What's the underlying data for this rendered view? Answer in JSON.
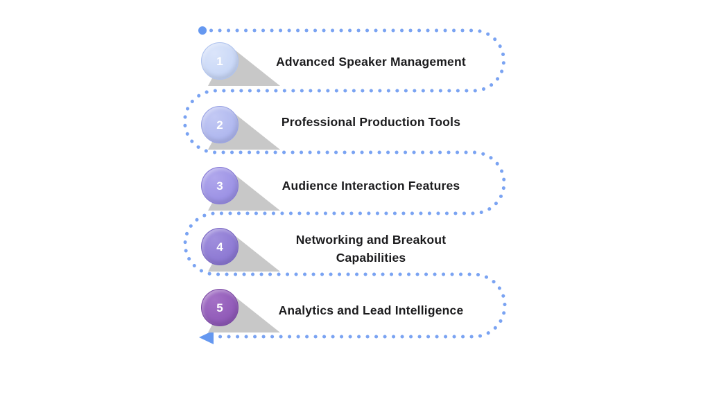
{
  "diagram": {
    "type": "numbered-step-flow",
    "steps": [
      {
        "number": "1",
        "label": "Advanced Speaker Management",
        "circle_color": "#c7d6f6",
        "circle_highlight": "#dbe5fa",
        "circle_border": "#aec2ef"
      },
      {
        "number": "2",
        "label": "Professional Production Tools",
        "circle_color": "#aeb6ee",
        "circle_highlight": "#c3c9f4",
        "circle_border": "#97a1e4"
      },
      {
        "number": "3",
        "label": "Audience Interaction Features",
        "circle_color": "#9a90e4",
        "circle_highlight": "#b0a7ec",
        "circle_border": "#8376d5"
      },
      {
        "number": "4",
        "label": "Networking and Breakout Capabilities",
        "circle_color": "#8b77d2",
        "circle_highlight": "#a08fdd",
        "circle_border": "#7663c2"
      },
      {
        "number": "5",
        "label": "Analytics and Lead Intelligence",
        "circle_color": "#8e58b6",
        "circle_highlight": "#a471c6",
        "circle_border": "#7a47a3"
      }
    ],
    "path": {
      "dot_color": "#7aa3f2",
      "start_dot_color": "#6598f0",
      "arrow_color": "#6598f0"
    },
    "shadow_color": "#c8c8c8",
    "text_color": "#1b1b1d",
    "background_color": "#ffffff"
  }
}
